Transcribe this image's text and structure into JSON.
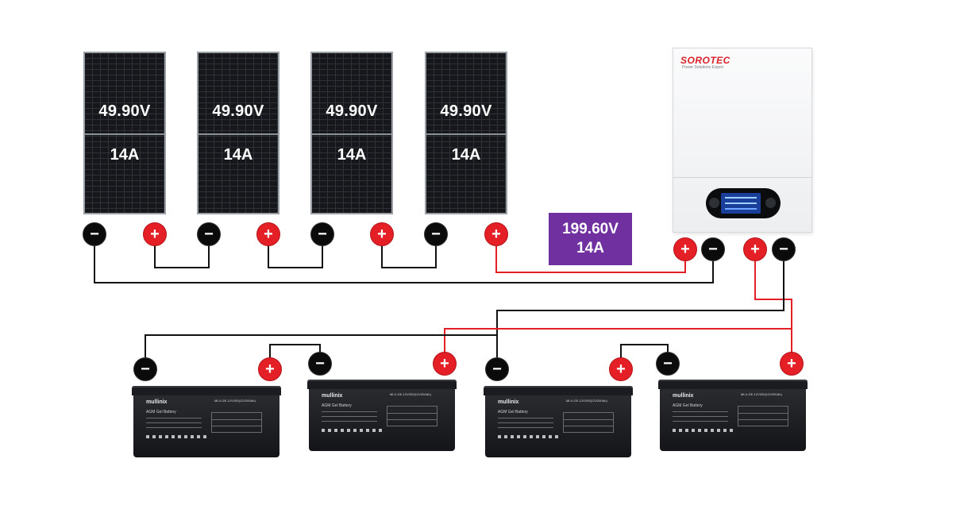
{
  "panels": [
    {
      "voltage": "49.90V",
      "current": "14A"
    },
    {
      "voltage": "49.90V",
      "current": "14A"
    },
    {
      "voltage": "49.90V",
      "current": "14A"
    },
    {
      "voltage": "49.90V",
      "current": "14A"
    }
  ],
  "array_total": {
    "voltage": "199.60V",
    "current": "14A"
  },
  "inverter": {
    "brand": "SOROTEC",
    "tagline": "Power Solutions Expert"
  },
  "battery": {
    "brand": "mullinix",
    "model": "MLX-GE-12V200(12V200Ah)",
    "type": "AGM Gel Battery"
  },
  "symbols": {
    "positive": "+",
    "negative": "−"
  },
  "colors": {
    "positive_wire": "#e41f26",
    "negative_wire": "#111111",
    "label_bg": "#7030a0"
  }
}
